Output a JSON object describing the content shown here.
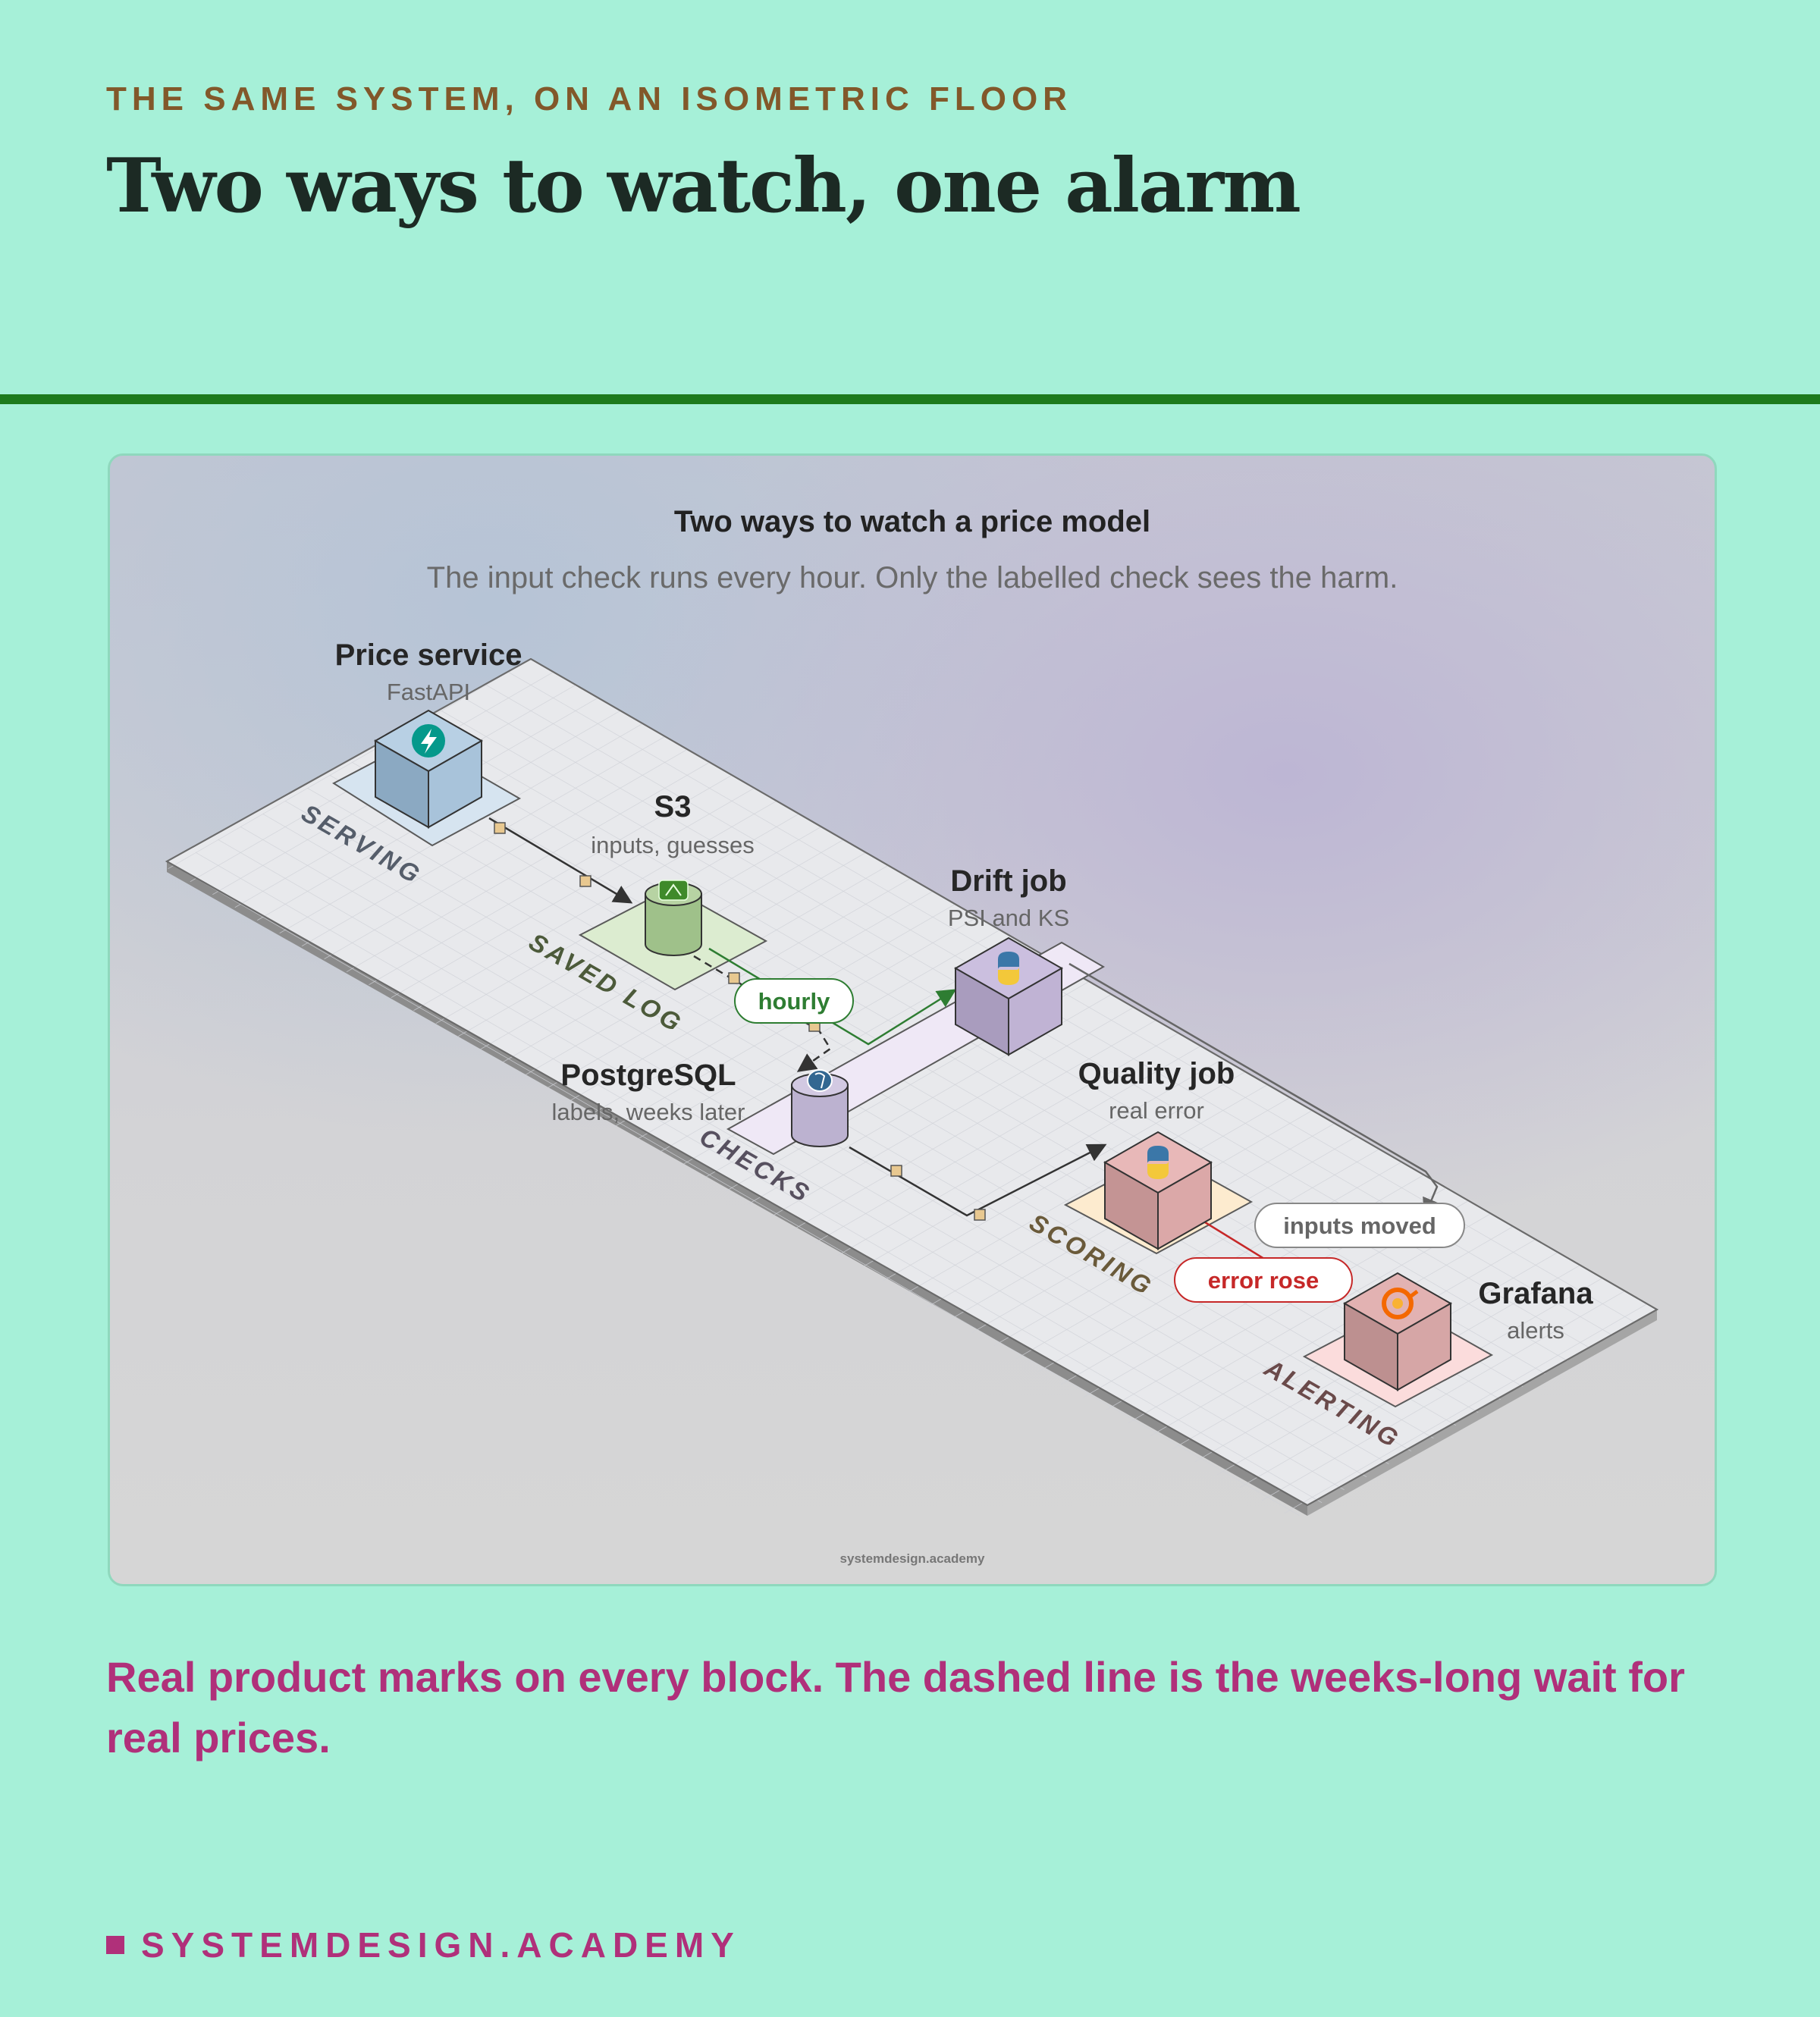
{
  "header": {
    "eyebrow": "THE SAME SYSTEM, ON AN ISOMETRIC FLOOR",
    "title": "Two ways to watch, one alarm"
  },
  "diagram": {
    "title": "Two ways to watch a price model",
    "subtitle": "The input check runs every hour. Only the labelled check sees the harm.",
    "watermark": "systemdesign.academy",
    "nodes": {
      "price_service": {
        "title": "Price service",
        "sub": "FastAPI",
        "icon": "fastapi-icon"
      },
      "s3": {
        "title": "S3",
        "sub": "inputs, guesses",
        "icon": "s3-bucket-icon"
      },
      "drift_job": {
        "title": "Drift job",
        "sub": "PSI and KS",
        "icon": "python-icon"
      },
      "postgresql": {
        "title": "PostgreSQL",
        "sub": "labels, weeks later",
        "icon": "postgresql-icon"
      },
      "quality_job": {
        "title": "Quality job",
        "sub": "real error",
        "icon": "python-icon"
      },
      "grafana": {
        "title": "Grafana",
        "sub": "alerts",
        "icon": "grafana-icon"
      }
    },
    "zones": {
      "serving": "SERVING",
      "saved_log": "SAVED LOG",
      "checks": "CHECKS",
      "scoring": "SCORING",
      "alerting": "ALERTING"
    },
    "edge_labels": {
      "hourly": "hourly",
      "inputs_moved": "inputs moved",
      "error_rose": "error rose"
    },
    "colors": {
      "hourly": "#2e7d32",
      "error": "#c62828",
      "inputs": "#777777",
      "accent": "#b0307a"
    }
  },
  "caption": "Real product marks on every block. The dashed line is the weeks-long wait for real prices.",
  "footer": {
    "brand": "SYSTEMDESIGN.ACADEMY"
  }
}
